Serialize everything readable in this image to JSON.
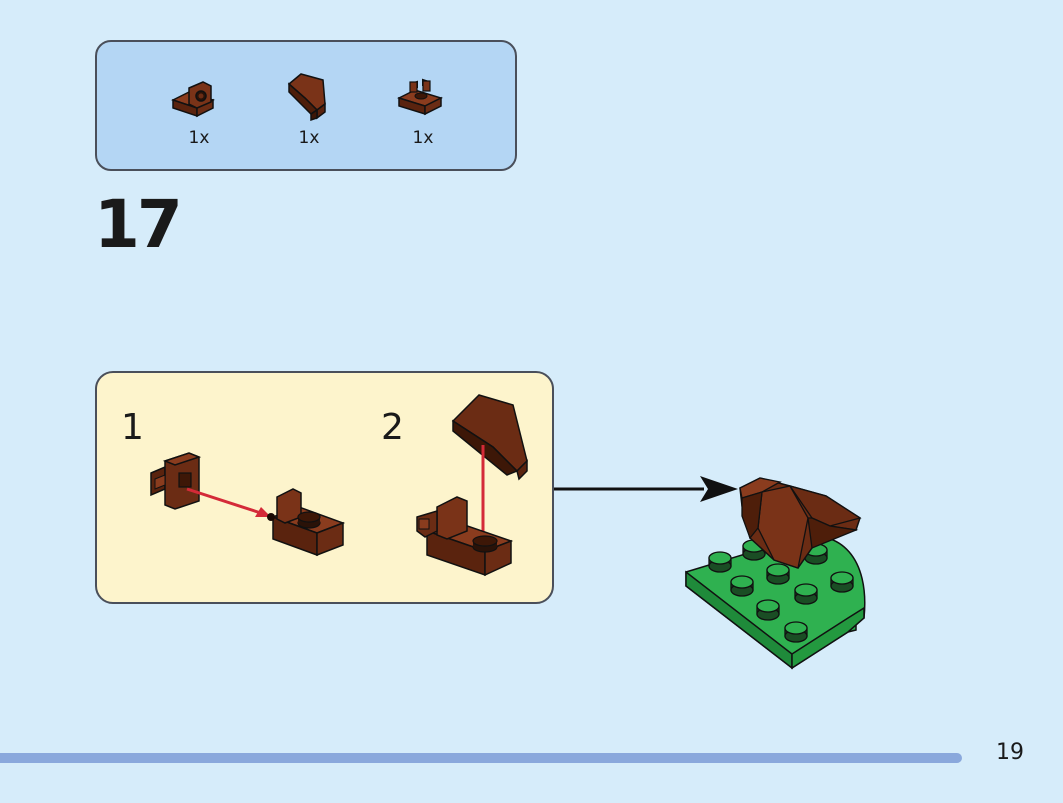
{
  "parts_list": [
    {
      "icon": "bracket-plate-icon",
      "quantity": "1x",
      "color": "#6b2c14"
    },
    {
      "icon": "curved-slope-icon",
      "quantity": "1x",
      "color": "#6b2c14"
    },
    {
      "icon": "clip-plate-icon",
      "quantity": "1x",
      "color": "#6b2c14"
    }
  ],
  "step_number": "17",
  "substeps": [
    {
      "label": "1"
    },
    {
      "label": "2"
    }
  ],
  "page_number": "19",
  "colors": {
    "background": "#d6ecfa",
    "parts_box": "#b4d6f4",
    "substep_box": "#fdf4cc",
    "brick_brown": "#6b2c14",
    "plate_green": "#2fb150",
    "guide_arrow": "#d42a38",
    "bottom_bar": "#8aa8dc"
  }
}
